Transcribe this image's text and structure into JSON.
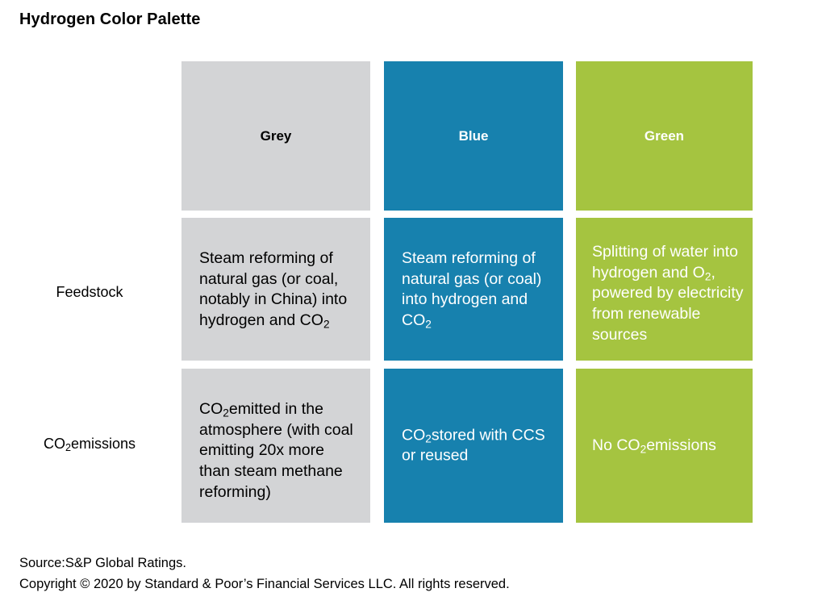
{
  "title": "Hydrogen Color Palette",
  "columns": [
    {
      "key": "grey",
      "label": "Grey",
      "color": "#d3d4d6",
      "text_color": "#000000"
    },
    {
      "key": "blue",
      "label": "Blue",
      "color": "#1781ae",
      "text_color": "#ffffff"
    },
    {
      "key": "green",
      "label": "Green",
      "color": "#a5c440",
      "text_color": "#ffffff"
    }
  ],
  "rows": [
    {
      "key": "feedstock",
      "label": "Feedstock"
    },
    {
      "key": "emissions",
      "label_prefix": "CO",
      "label_sub": "2",
      "label_suffix": "emissions"
    }
  ],
  "cells": {
    "feedstock": {
      "grey": {
        "part1": "Steam reforming of natural gas (or coal, notably in China) into hydrogen and CO",
        "sub": "2",
        "part2": ""
      },
      "blue": {
        "part1": "Steam reforming of natural gas (or coal) into hydrogen and CO",
        "sub": "2",
        "part2": ""
      },
      "green": {
        "part1": "Splitting of water into hydrogen and O",
        "sub": "2",
        "part2": ", powered by electricity from renewable sources"
      }
    },
    "emissions": {
      "grey": {
        "part1": "CO",
        "sub": "2",
        "part2": "emitted in the atmosphere (with coal emitting 20x more than steam methane reforming)"
      },
      "blue": {
        "part1": "CO",
        "sub": "2",
        "part2": "stored with CCS or reused"
      },
      "green": {
        "part1": "No CO",
        "sub": "2",
        "part2": "emissions"
      }
    }
  },
  "footer": {
    "source": "Source:S&P Global Ratings.",
    "copyright": "Copyright © 2020 by Standard & Poor’s Financial Services LLC. All rights reserved."
  },
  "chart_data": {
    "type": "table",
    "title": "Hydrogen Color Palette",
    "column_headers": [
      "Grey",
      "Blue",
      "Green"
    ],
    "row_headers": [
      "Feedstock",
      "CO2 emissions"
    ],
    "cells": [
      [
        "Steam reforming of natural gas (or coal, notably in China) into hydrogen and CO2",
        "Steam reforming of natural gas (or coal) into hydrogen and CO2",
        "Splitting of water into hydrogen and O2, powered by electricity from renewable sources"
      ],
      [
        "CO2 emitted in the atmosphere (with coal emitting 20x more than steam methane reforming)",
        "CO2 stored with CCS or reused",
        "No CO2 emissions"
      ]
    ],
    "column_colors": [
      "#d3d4d6",
      "#1781ae",
      "#a5c440"
    ],
    "legend": [],
    "grid": false
  }
}
